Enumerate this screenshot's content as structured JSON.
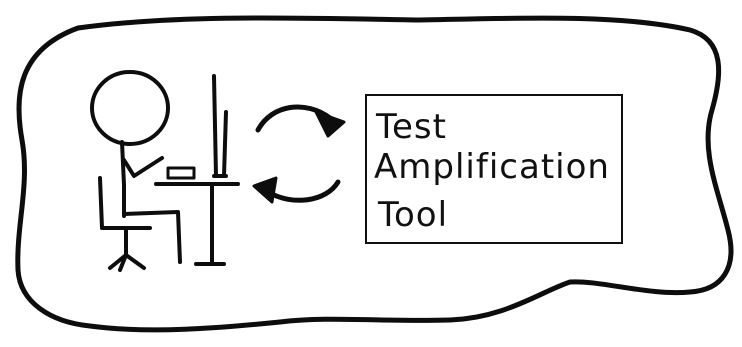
{
  "tool_box": {
    "lines": [
      "Test",
      "Amplification",
      "Tool"
    ]
  },
  "icons": {
    "person": "person-at-desk-icon",
    "arrow_top": "curved-arrow-right-icon",
    "arrow_bottom": "curved-arrow-left-icon"
  },
  "colors": {
    "ink": "#0d0d0d",
    "background": "#ffffff"
  }
}
